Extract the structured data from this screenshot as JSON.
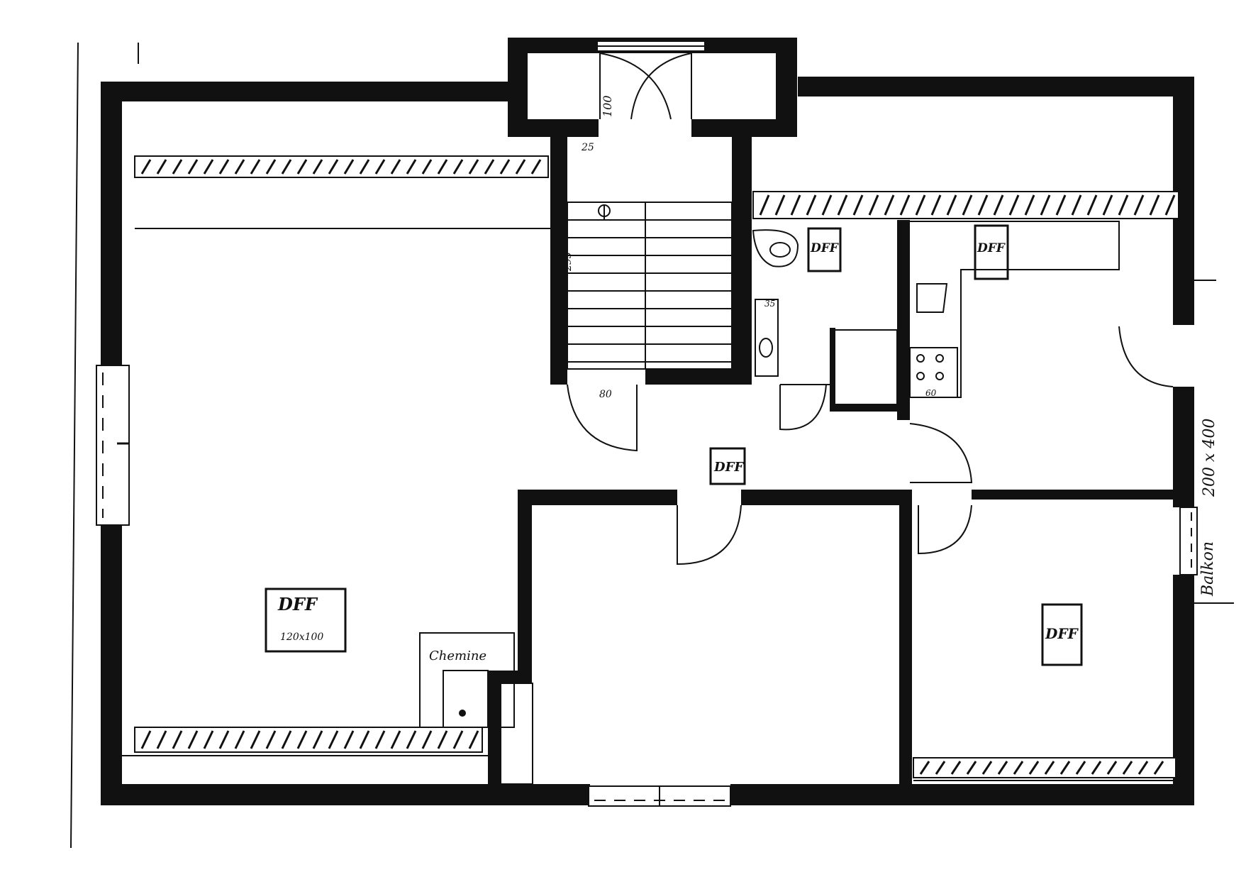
{
  "skylights": [
    {
      "label": "DFF",
      "size": "120x100"
    },
    {
      "label": "DFF"
    },
    {
      "label": "DFF"
    },
    {
      "label": "DFF"
    },
    {
      "label": "DFF"
    }
  ],
  "labels": {
    "chemine": "Chemine",
    "balkon": "Balkon",
    "balkon_size": "200 x 400",
    "entry_door": "100",
    "entry_dim": "25",
    "stair_dim": "295",
    "stair_door": "80",
    "bath_dim": "35",
    "stove_dim": "60"
  },
  "colors": {
    "wall": "#111111",
    "paper": "#ffffff"
  }
}
